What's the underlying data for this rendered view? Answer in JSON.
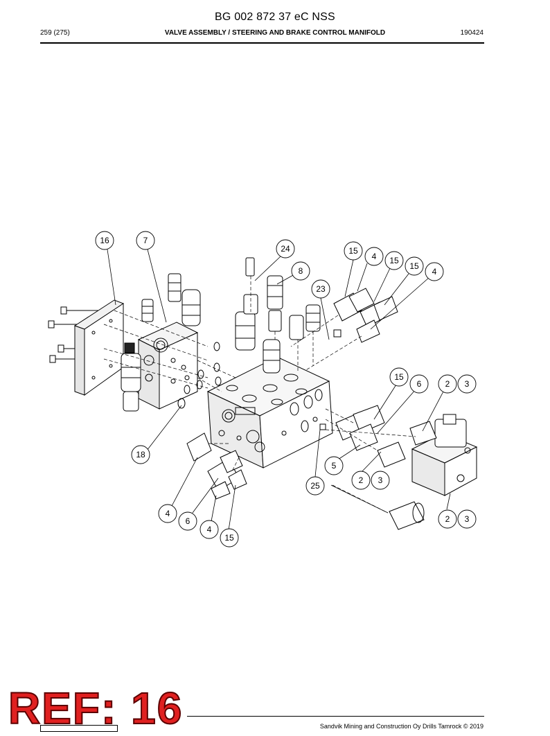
{
  "document": {
    "title": "BG 002 872 37 eC NSS",
    "page_number": "259 (275)",
    "section": "VALVE ASSEMBLY / STEERING AND BRAKE CONTROL MANIFOLD",
    "date_code": "190424",
    "footer_text": "Sandvik Mining and Construction Oy Drills Tamrock © 2019",
    "stamp": "REF: 16"
  },
  "callouts": [
    {
      "label": "16"
    },
    {
      "label": "7"
    },
    {
      "label": "24"
    },
    {
      "label": "15"
    },
    {
      "label": "4"
    },
    {
      "label": "15"
    },
    {
      "label": "15"
    },
    {
      "label": "4"
    },
    {
      "label": "8"
    },
    {
      "label": "23"
    },
    {
      "label": "15"
    },
    {
      "label": "6"
    },
    {
      "label": "2"
    },
    {
      "label": "3"
    },
    {
      "label": "18"
    },
    {
      "label": "5"
    },
    {
      "label": "2"
    },
    {
      "label": "3"
    },
    {
      "label": "25"
    },
    {
      "label": "4"
    },
    {
      "label": "6"
    },
    {
      "label": "4"
    },
    {
      "label": "15"
    },
    {
      "label": "2"
    },
    {
      "label": "3"
    }
  ]
}
